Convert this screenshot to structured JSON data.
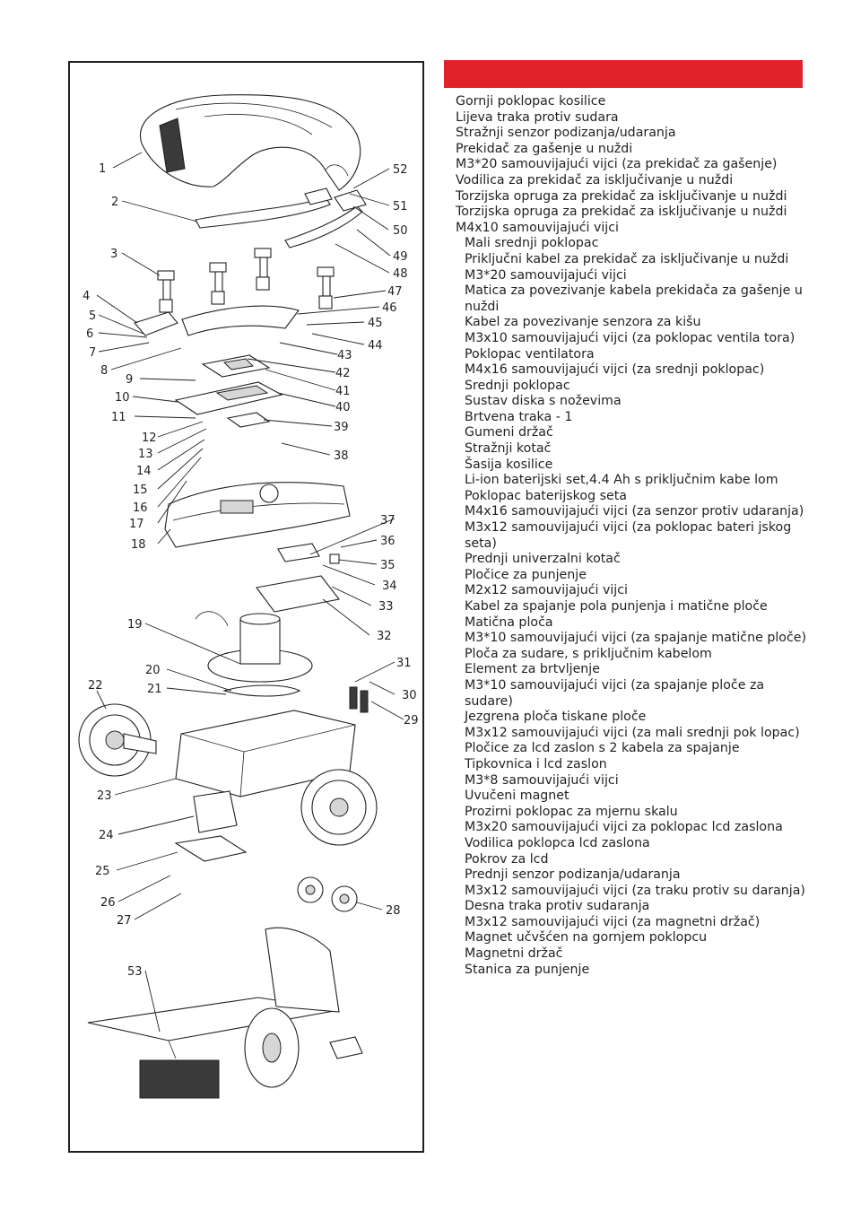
{
  "colors": {
    "header_bar": "#e1222a",
    "ink": "#231f20"
  },
  "callouts": [
    "1",
    "2",
    "3",
    "4",
    "5",
    "6",
    "7",
    "8",
    "9",
    "10",
    "11",
    "12",
    "13",
    "14",
    "15",
    "16",
    "17",
    "18",
    "19",
    "20",
    "21",
    "22",
    "23",
    "24",
    "25",
    "26",
    "27",
    "28",
    "29",
    "30",
    "31",
    "32",
    "33",
    "34",
    "35",
    "36",
    "37",
    "38",
    "39",
    "40",
    "41",
    "42",
    "43",
    "44",
    "45",
    "46",
    "47",
    "48",
    "49",
    "50",
    "51",
    "52",
    "53"
  ],
  "parts": [
    {
      "name": "Gornji poklopac kosilice",
      "indent": false
    },
    {
      "name": "Lijeva traka protiv sudara",
      "indent": false
    },
    {
      "name": "Stražnji senzor podizanja/udaranja",
      "indent": false
    },
    {
      "name": "Prekidač za gašenje u nuždi",
      "indent": false
    },
    {
      "name": "M3*20 samouvijajući vijci (za prekidač za gašenje)",
      "indent": false
    },
    {
      "name": "Vodilica za prekidač za isključivanje u nuždi",
      "indent": false
    },
    {
      "name": "Torzijska opruga za prekidač za isključivanje u nuždi",
      "indent": false
    },
    {
      "name": "Torzijska opruga za prekidač za isključivanje u nuždi",
      "indent": false
    },
    {
      "name": "M4x10 samouvijajući vijci",
      "indent": false
    },
    {
      "name": "Mali srednji poklopac",
      "indent": true
    },
    {
      "name": "Priključni kabel za prekidač za isključivanje u nuždi",
      "indent": true
    },
    {
      "name": "M3*20 samouvijajući vijci",
      "indent": true
    },
    {
      "name": "Matica za povezivanje kabela prekidača za gašenje u nuždi",
      "indent": true
    },
    {
      "name": "Kabel za povezivanje senzora za kišu",
      "indent": true
    },
    {
      "name": "M3x10 samouvijajući vijci (za poklopac ventila tora)",
      "indent": true
    },
    {
      "name": "Poklopac ventilatora",
      "indent": true
    },
    {
      "name": "M4x16 samouvijajući vijci (za srednji poklopac)",
      "indent": true
    },
    {
      "name": "Srednji poklopac",
      "indent": true
    },
    {
      "name": "Sustav diska s noževima",
      "indent": true
    },
    {
      "name": "Brtvena traka - 1",
      "indent": true
    },
    {
      "name": "Gumeni držač",
      "indent": true
    },
    {
      "name": "Stražnji kotač",
      "indent": true
    },
    {
      "name": "Šasija kosilice",
      "indent": true
    },
    {
      "name": "Li-ion baterijski set,4.4 Ah s priključnim kabe lom",
      "indent": true
    },
    {
      "name": "Poklopac baterijskog seta",
      "indent": true
    },
    {
      "name": "M4x16 samouvijajući vijci (za senzor protiv udaranja)",
      "indent": true
    },
    {
      "name": "M3x12 samouvijajući vijci (za poklopac bateri jskog seta)",
      "indent": true
    },
    {
      "name": "Prednji univerzalni kotač",
      "indent": true
    },
    {
      "name": "Pločice za punjenje",
      "indent": true
    },
    {
      "name": "M2x12 samouvijajući vijci",
      "indent": true
    },
    {
      "name": "Kabel za spajanje pola punjenja i matične ploče",
      "indent": true
    },
    {
      "name": "Matična ploča",
      "indent": true
    },
    {
      "name": "M3*10 samouvijajući vijci (za spajanje matične ploče)",
      "indent": true
    },
    {
      "name": "Ploča za sudare, s priključnim kabelom",
      "indent": true
    },
    {
      "name": "Element za brtvljenje",
      "indent": true
    },
    {
      "name": "M3*10 samouvijajući vijci (za spajanje ploče za sudare)",
      "indent": true
    },
    {
      "name": "Jezgrena ploča tiskane ploče",
      "indent": true
    },
    {
      "name": "M3x12 samouvijajući vijci (za mali srednji pok lopac)",
      "indent": true
    },
    {
      "name": "Pločice za lcd zaslon s 2 kabela za spajanje",
      "indent": true
    },
    {
      "name": "Tipkovnica i lcd zaslon",
      "indent": true
    },
    {
      "name": "M3*8 samouvijajući vijci",
      "indent": true
    },
    {
      "name": "Uvučeni magnet",
      "indent": true
    },
    {
      "name": "Prozirni poklopac za mjernu skalu",
      "indent": true
    },
    {
      "name": "M3x20 samouvijajući vijci za poklopac lcd zaslona",
      "indent": true
    },
    {
      "name": "Vodilica poklopca lcd zaslona",
      "indent": true
    },
    {
      "name": "Pokrov za lcd",
      "indent": true
    },
    {
      "name": "Prednji senzor podizanja/udaranja",
      "indent": true
    },
    {
      "name": "M3x12 samouvijajući vijci (za traku protiv su daranja)",
      "indent": true
    },
    {
      "name": "Desna traka protiv sudaranja",
      "indent": true
    },
    {
      "name": "M3x12 samouvijajući vijci (za magnetni držač)",
      "indent": true
    },
    {
      "name": "Magnet učvšćen na gornjem poklopcu",
      "indent": true
    },
    {
      "name": "Magnetni držač",
      "indent": true
    },
    {
      "name": "Stanica za punjenje",
      "indent": true
    }
  ]
}
